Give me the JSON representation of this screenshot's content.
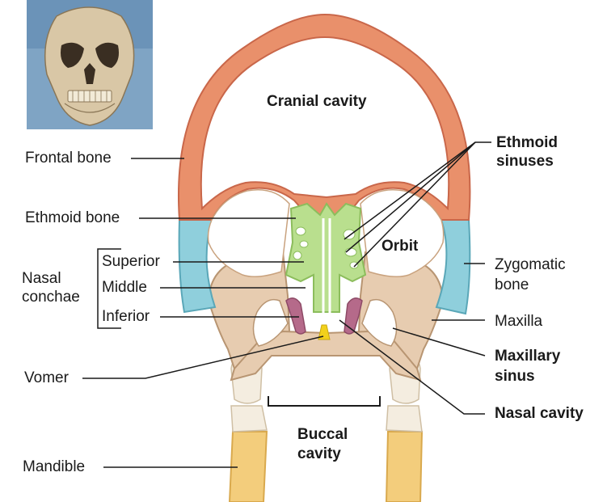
{
  "labels": {
    "cranial_cavity": "Cranial cavity",
    "frontal_bone": "Frontal bone",
    "ethmoid_bone": "Ethmoid bone",
    "nasal_conchae_1": "Nasal",
    "nasal_conchae_2": "conchae",
    "superior": "Superior",
    "middle": "Middle",
    "inferior": "Inferior",
    "vomer": "Vomer",
    "mandible": "Mandible",
    "ethmoid_sinuses_1": "Ethmoid",
    "ethmoid_sinuses_2": "sinuses",
    "orbit": "Orbit",
    "zygomatic_1": "Zygomatic",
    "zygomatic_2": "bone",
    "maxilla": "Maxilla",
    "maxillary_sinus_1": "Maxillary",
    "maxillary_sinus_2": "sinus",
    "nasal_cavity": "Nasal cavity",
    "buccal_cavity_1": "Buccal",
    "buccal_cavity_2": "cavity"
  },
  "colors": {
    "frontal_bone": "#e9906b",
    "zygomatic_bone": "#8fcfdc",
    "ethmoid_bone": "#b9df8e",
    "maxilla": "#e7ccb0",
    "conchae": "#b56a8a",
    "vomer": "#f2d11b",
    "mandible": "#f3cd7c",
    "teeth": "#f4ede0",
    "leader_lines": "#1a1a1a"
  }
}
